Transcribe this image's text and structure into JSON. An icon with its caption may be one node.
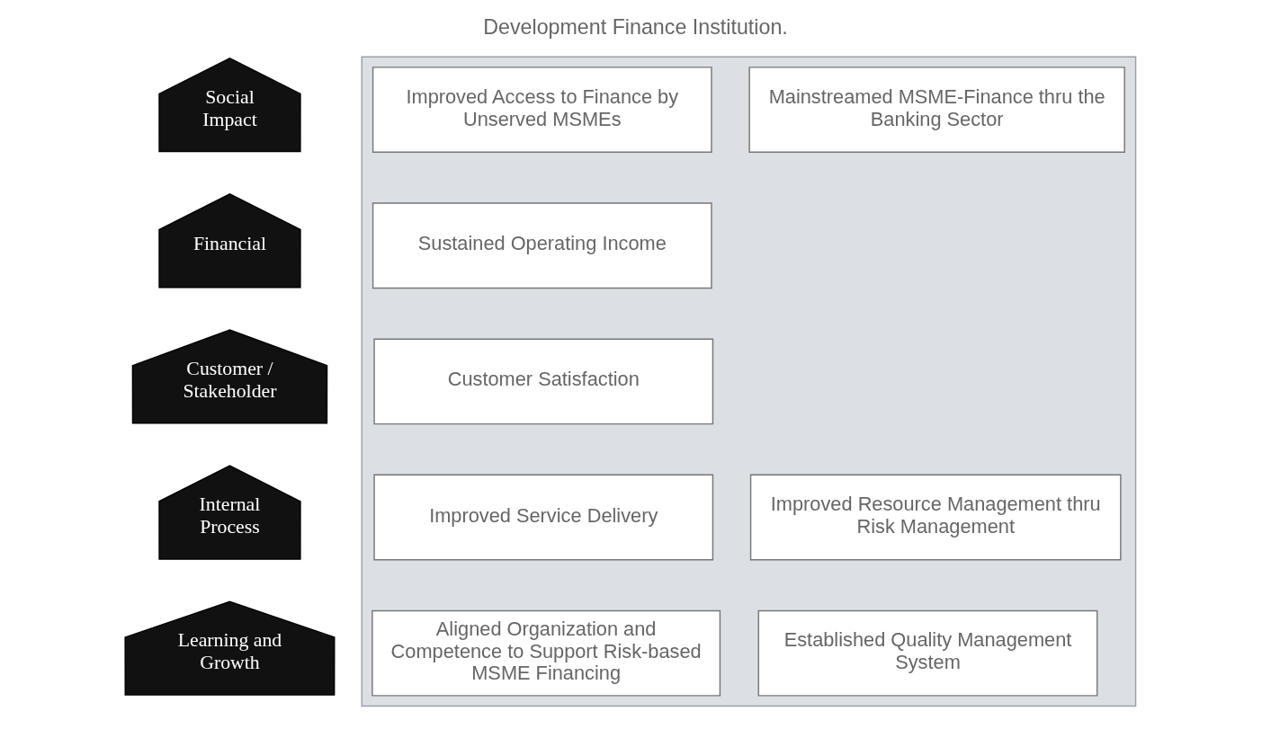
{
  "diagram": {
    "title": "Development Finance Institution.",
    "nodes": [
      {
        "text": [
          "Social Impact"
        ]
      },
      {
        "text": [
          "Financial"
        ]
      },
      {
        "text": [
          "Customer / Stakeholder"
        ]
      },
      {
        "text": [
          "Internal Process"
        ]
      },
      {
        "text": [
          "Learning and Growth"
        ]
      },
      {
        "text": [],
        "shape": "house"
      },
      {
        "text": [
          "Improved Access to Finance by Unserved MSMEs"
        ],
        "in": 5
      },
      {
        "text": [
          "Mainstreamed MSME-Finance thru the Banking Sector"
        ],
        "in": 5
      },
      {
        "text": [
          "Sustained Operating Income"
        ],
        "in": 5
      },
      {
        "text": [
          "Customer Satisfaction"
        ],
        "in": 5
      },
      {
        "text": [
          "Improved Service Delivery"
        ],
        "in": 5
      },
      {
        "text": [
          "Improved Resource Management thru Risk Management"
        ],
        "in": 5
      },
      {
        "text": [
          "Aligned Organization and Competence to Support Risk-based MSME Financing"
        ],
        "in": 5
      },
      {
        "text": [
          "Established Quality Management System"
        ],
        "in": 5
      }
    ],
    "edges": []
  }
}
